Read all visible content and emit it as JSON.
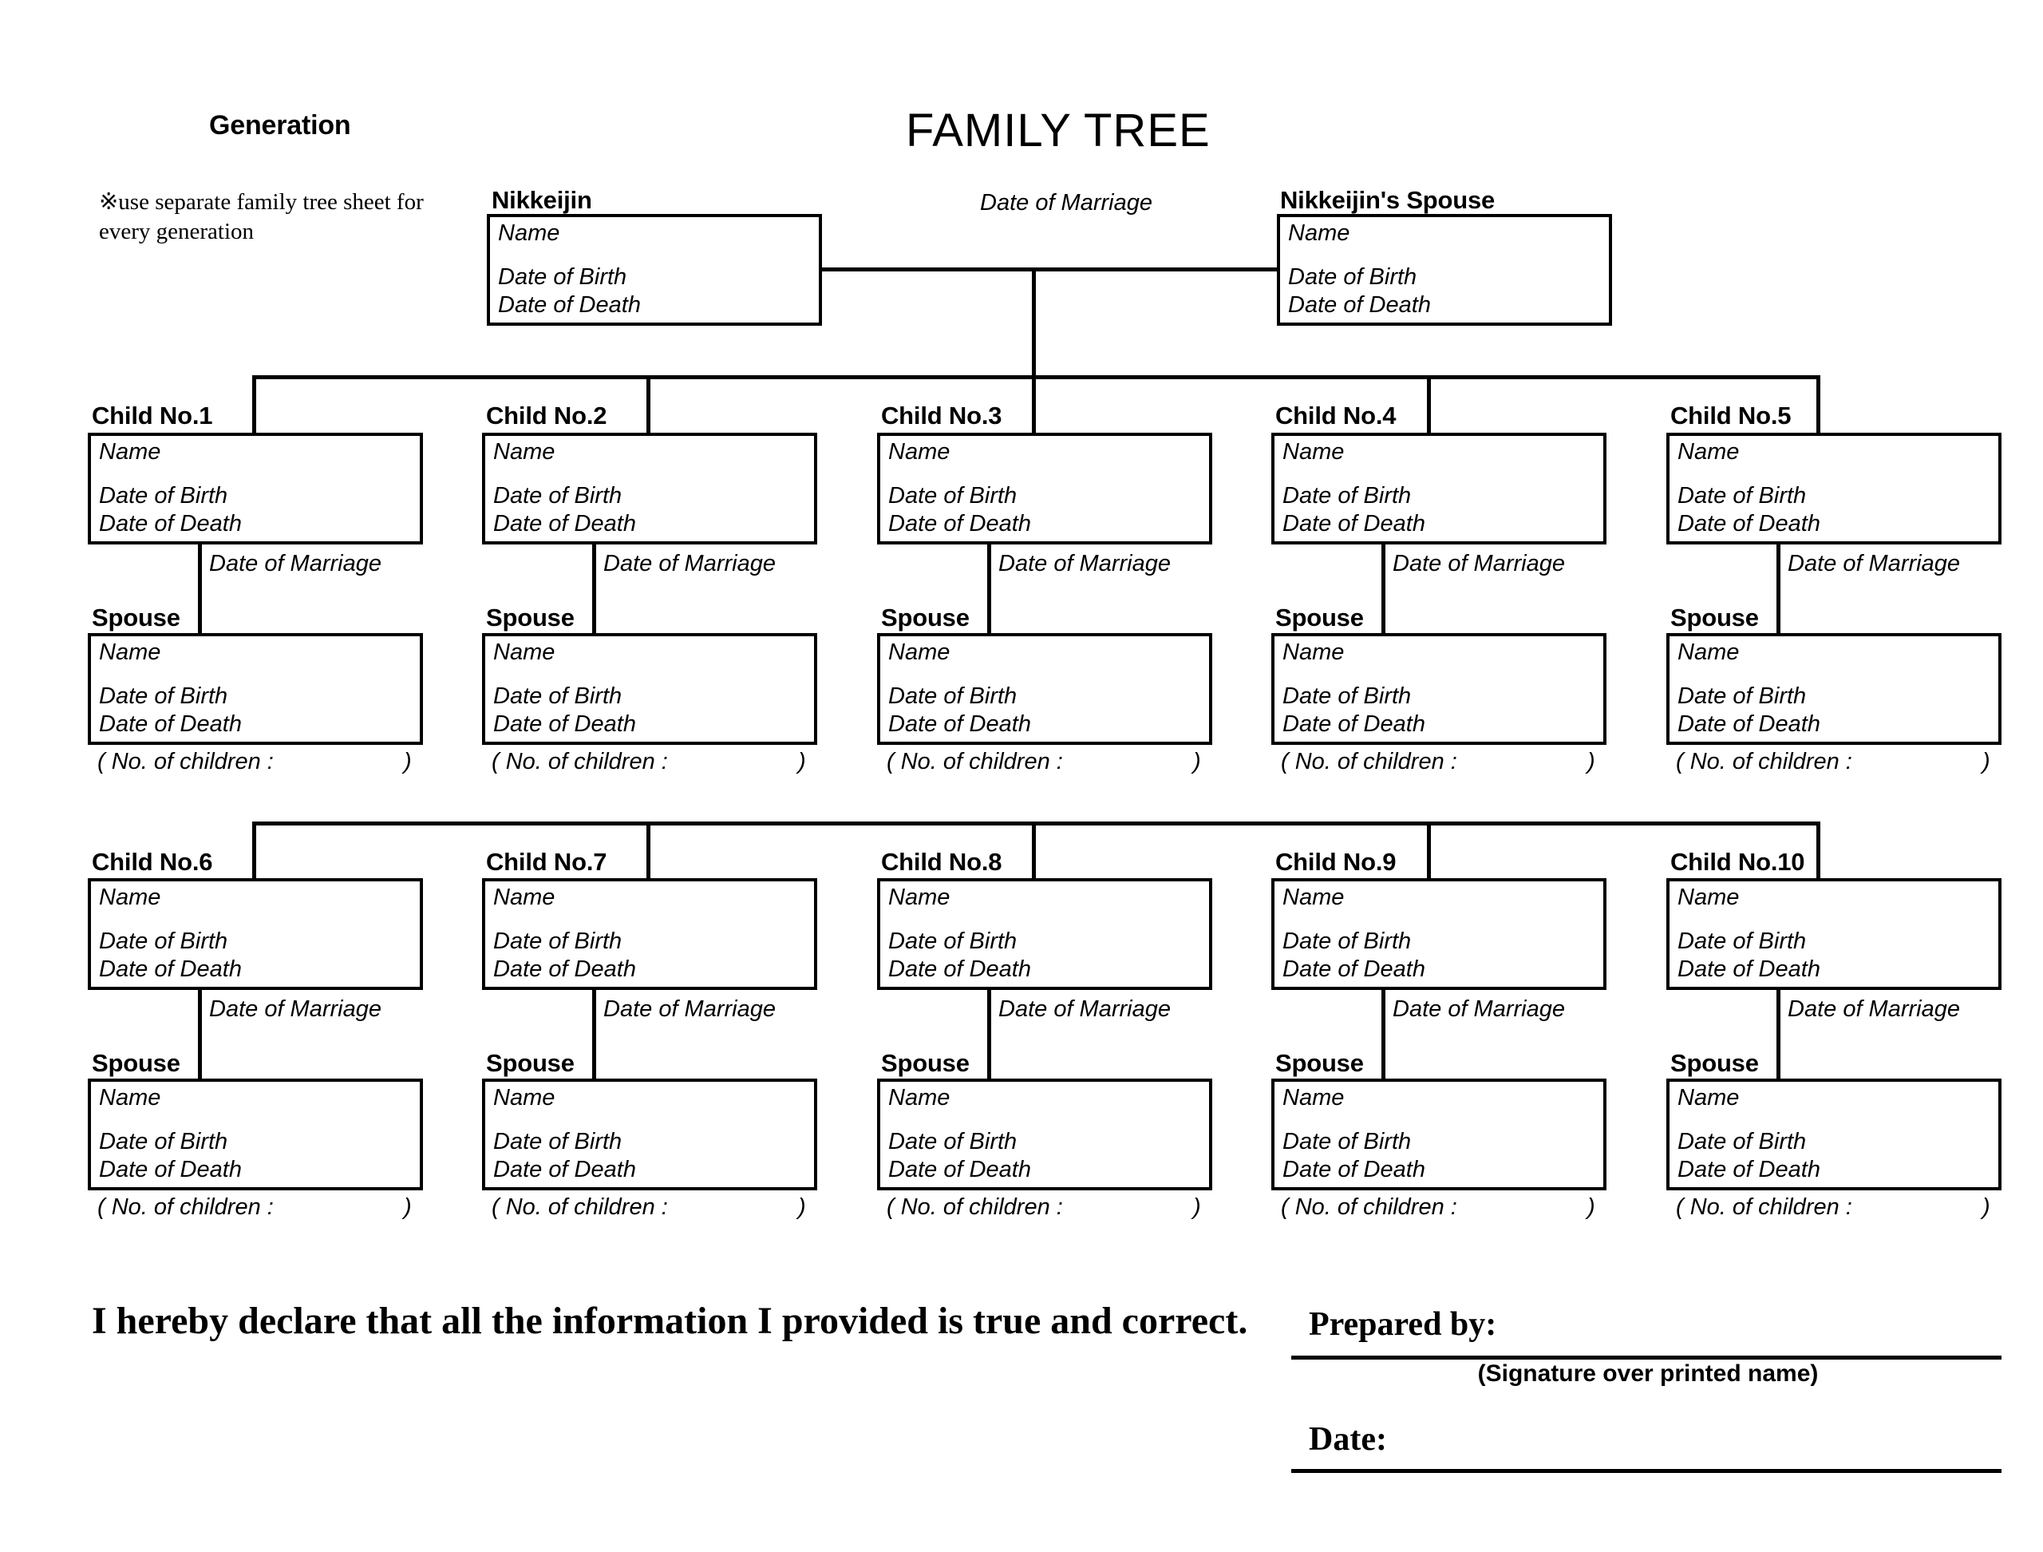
{
  "header": {
    "generation_label": "Generation",
    "doc_title": "FAMILY TREE",
    "note": "※use separate family tree sheet for every generation"
  },
  "field_labels": {
    "name": "Name",
    "date_of_birth": "Date of Birth",
    "date_of_death": "Date of Death",
    "date_of_marriage": "Date of Marriage",
    "children_count_open": "( No. of children :",
    "children_count_close": ")"
  },
  "top": {
    "nikkeijin_label": "Nikkeijin",
    "spouse_label": "Nikkeijin's Spouse",
    "marriage_label": "Date of Marriage"
  },
  "children": [
    {
      "label": "Child No.1",
      "spouse_label": "Spouse"
    },
    {
      "label": "Child No.2",
      "spouse_label": "Spouse"
    },
    {
      "label": "Child No.3",
      "spouse_label": "Spouse"
    },
    {
      "label": "Child No.4",
      "spouse_label": "Spouse"
    },
    {
      "label": "Child No.5",
      "spouse_label": "Spouse"
    },
    {
      "label": "Child No.6",
      "spouse_label": "Spouse"
    },
    {
      "label": "Child No.7",
      "spouse_label": "Spouse"
    },
    {
      "label": "Child No.8",
      "spouse_label": "Spouse"
    },
    {
      "label": "Child No.9",
      "spouse_label": "Spouse"
    },
    {
      "label": "Child No.10",
      "spouse_label": "Spouse"
    }
  ],
  "footer": {
    "declaration": "I hereby declare that all the information I provided is true and correct.",
    "prepared_by": "Prepared by:",
    "signature_caption": "(Signature over printed name)",
    "date": "Date:"
  }
}
